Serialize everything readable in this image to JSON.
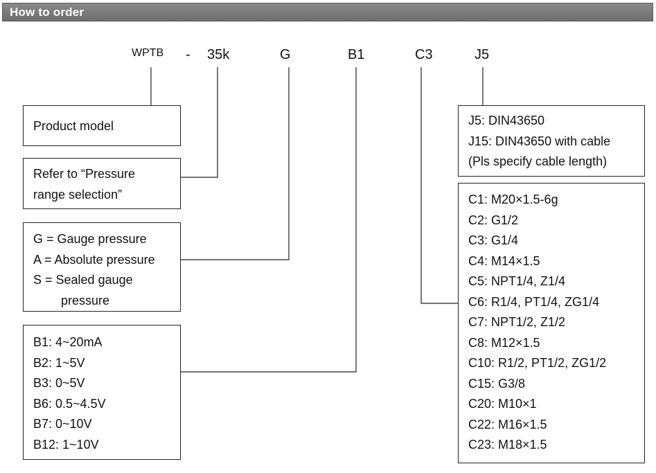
{
  "header": {
    "title": "How to order"
  },
  "code": {
    "model": "WPTB",
    "dash": "-",
    "range": "35k",
    "pressure_type": "G",
    "output": "B1",
    "thread": "C3",
    "connector": "J5"
  },
  "boxes": {
    "model": [
      "Product model"
    ],
    "range": [
      "Refer to “Pressure",
      "range selection”"
    ],
    "pressure": [
      "G = Gauge pressure",
      "A = Absolute pressure",
      "S = Sealed gauge",
      "pressure"
    ],
    "output": [
      "B1: 4~20mA",
      "B2: 1~5V",
      "B3: 0~5V",
      "B6: 0.5~4.5V",
      "B7: 0~10V",
      "B12: 1~10V"
    ],
    "connector": [
      "J5: DIN43650",
      "J15: DIN43650 with cable",
      "(Pls specify cable length)"
    ],
    "thread": [
      "C1: M20×1.5-6g",
      "C2: G1/2",
      "C3: G1/4",
      "C4: M14×1.5",
      "C5: NPT1/4, Z1/4",
      "C6: R1/4, PT1/4, ZG1/4",
      "C7: NPT1/2, Z1/2",
      "C8: M12×1.5",
      "C10: R1/2, PT1/2, ZG1/2",
      "C15: G3/8",
      "C20: M10×1",
      "C22: M16×1.5",
      "C23: M18×1.5"
    ]
  }
}
